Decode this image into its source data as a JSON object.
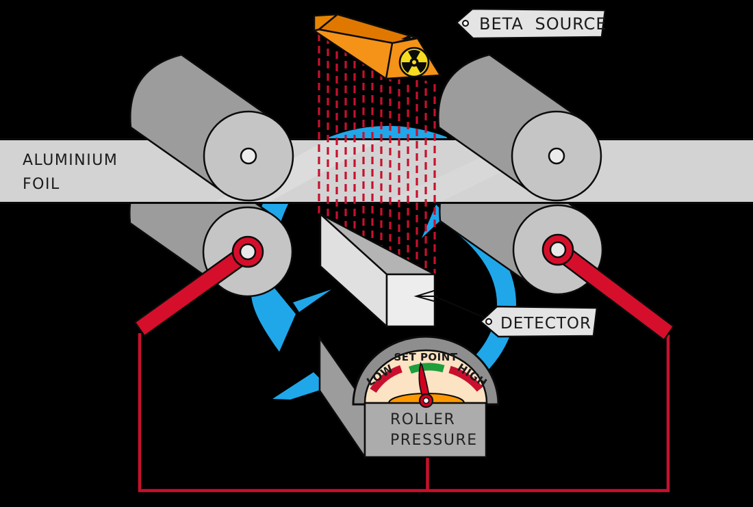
{
  "labels": {
    "beta_source": "BETA  SOURCE",
    "aluminium_foil_line1": "ALUMINIUM",
    "aluminium_foil_line2": "FOIL",
    "detector": "DETECTOR",
    "gauge_low": "LOW",
    "gauge_set_point": "SET POINT",
    "gauge_high": "HIGH",
    "gauge_name_line1": "ROLLER",
    "gauge_name_line2": "PRESSURE"
  },
  "colors": {
    "background": "#000000",
    "beta_ray_red": "#C8102E",
    "source_orange_front": "#F59218",
    "source_orange_top": "#E07800",
    "radiation_yellow": "#F5DC1E",
    "feedback_arrow_blue": "#1FA7EA",
    "foil_gray": "#D3D3D3",
    "roller_body_gray": "#9C9C9C",
    "roller_cap_gray": "#C5C5C5",
    "pressure_arm_red": "#D50F2B",
    "wire_red": "#C8102E",
    "gauge_face_cream": "#FBE3C3",
    "gauge_dial_orange": "#FF9800",
    "set_point_green": "#1E9E3C",
    "gauge_body_gray": "#ACACAC"
  },
  "icons": {
    "radiation_icon": "radiation trefoil",
    "tag_hole_icon": "label tag hole",
    "arrow_icons": "feedback loop arrows"
  }
}
